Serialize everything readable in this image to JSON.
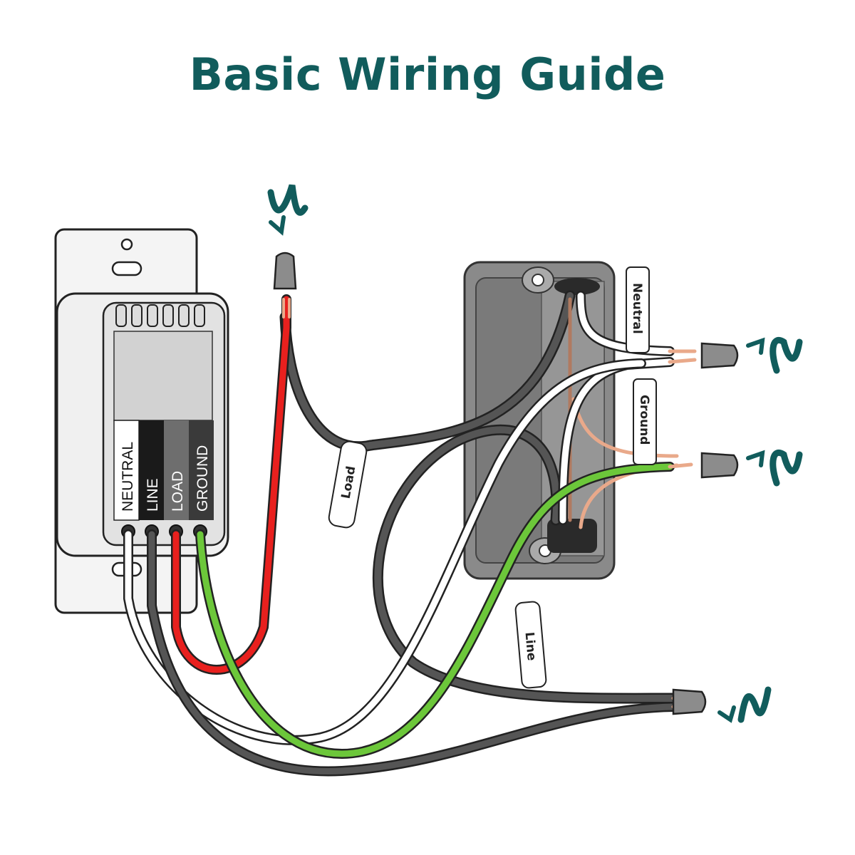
{
  "title": "Basic Wiring Guide",
  "terminals": [
    {
      "label": "NEUTRAL",
      "color": "#ffffff",
      "text_color": "#111111"
    },
    {
      "label": "LINE",
      "color": "#1a1a1a",
      "text_color": "#ffffff"
    },
    {
      "label": "LOAD",
      "color": "#6e6e6e",
      "text_color": "#ffffff"
    },
    {
      "label": "GROUND",
      "color": "#3a3a3a",
      "text_color": "#ffffff"
    }
  ],
  "wire_tags": {
    "load": "Load",
    "neutral": "Neutral",
    "ground": "Ground",
    "line": "Line"
  },
  "colors": {
    "accent": "#115c5c",
    "white_wire": "#ffffff",
    "black_wire": "#4a4a4a",
    "red_wire": "#e8201e",
    "green_wire": "#6cc73a",
    "copper": "#e9a98a",
    "box": "#8c8c8c"
  }
}
